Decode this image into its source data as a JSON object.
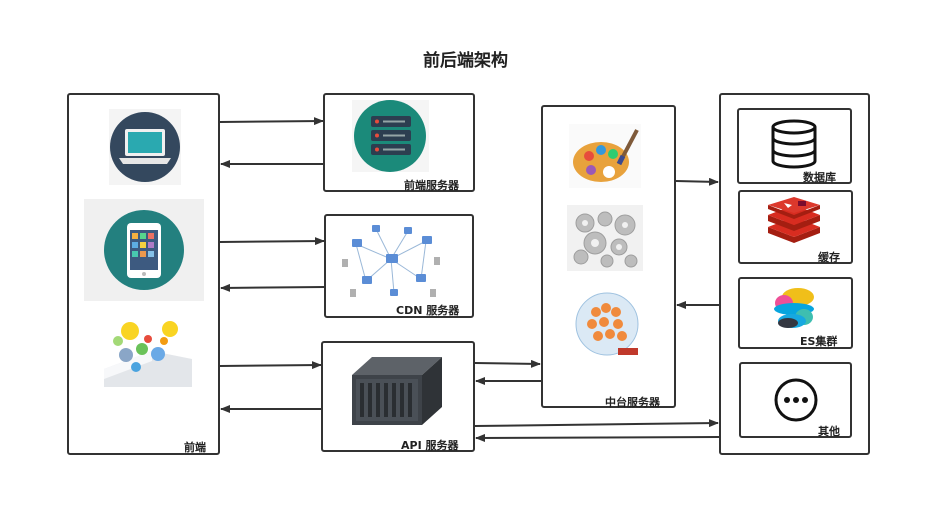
{
  "title": "前后端架构",
  "nodes": {
    "frontend": "前端",
    "frontend_server": "前端服务器",
    "cdn_server": "CDN 服务器",
    "api_server": "API 服务器",
    "middle_platform": "中台服务器",
    "database": "数据库",
    "cache": "缓存",
    "es_cluster": "ES集群",
    "other": "其他"
  },
  "icons": {
    "frontend": [
      "laptop-icon",
      "smartphone-icon",
      "mini-program-icon"
    ],
    "frontend_server": "server-rack-icon",
    "cdn_server": "cdn-network-icon",
    "api_server": "server-chassis-icon",
    "middle_platform": [
      "palette-icon",
      "gears-icon",
      "service-cluster-icon"
    ],
    "database": "database-icon",
    "cache": "redis-icon",
    "es_cluster": "elasticsearch-icon",
    "other": "more-icon"
  },
  "colors": {
    "teal_circle": "#23807f",
    "dark_circle": "#34485e",
    "redis_red": "#c9302c",
    "arrow": "#333333"
  }
}
